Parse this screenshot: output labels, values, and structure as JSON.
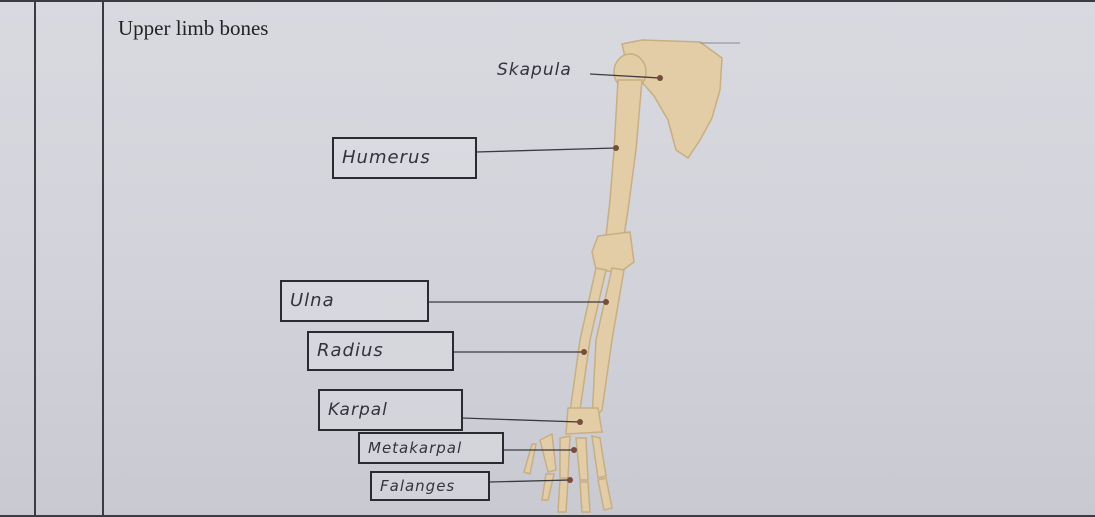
{
  "title": "Upper limb bones",
  "labels": {
    "skapula": "Skapula",
    "humerus": "Humerus",
    "ulna": "Ulna",
    "radius": "Radius",
    "karpal": "Karpal",
    "metakarpal": "Metakarpal",
    "falanges": "Falanges"
  },
  "colors": {
    "bone": "#e2cda6",
    "bone_edge": "#c8ae82",
    "leader": "#3a3a40",
    "dot": "#7a4a3a"
  }
}
